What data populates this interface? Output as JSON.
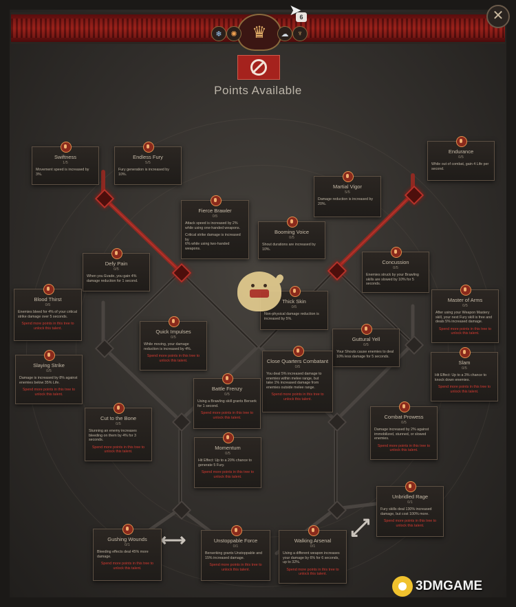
{
  "header": {
    "points_title": "Points Available",
    "cursor_badge": "6",
    "close_label": "✕",
    "emblem_glyph": "♛"
  },
  "tree_icons": [
    {
      "name": "cold-skill-icon",
      "glyph": "❄"
    },
    {
      "name": "flame-skill-icon",
      "glyph": "✺"
    },
    {
      "name": "cloud-skill-icon",
      "glyph": "☁"
    },
    {
      "name": "horn-skill-icon",
      "glyph": "♆"
    }
  ],
  "colors": {
    "accent_red": "#b5322a",
    "title_bar": "#8c1a16",
    "requirement_text": "#d63a31",
    "node_border": "#5e5144"
  },
  "nodes": [
    {
      "title": "Swiftness",
      "rank": "1/5",
      "desc": "Movement speed is increased by 3%.",
      "req": ""
    },
    {
      "title": "Endless Fury",
      "rank": "5/5",
      "desc": "Fury generation is increased by 10%.",
      "req": ""
    },
    {
      "title": "Endurance",
      "rank": "0/5",
      "desc": "While out of combat, gain 4 Life per\nsecond.",
      "req": ""
    },
    {
      "title": "Martial Vigor",
      "rank": "5/5",
      "desc": "Damage reduction is increased by\n20%.",
      "req": ""
    },
    {
      "title": "Fierce Brawler",
      "rank": "0/5",
      "desc": "Attack speed is increased by 2%\nwhile using one-handed weapons.",
      "desc2": "Critical strike damage is increased by\n6% while using two-handed\nweapons.",
      "req": ""
    },
    {
      "title": "Booming Voice",
      "rank": "0/5",
      "desc": "Shout durations are increased by\n10%.",
      "req": ""
    },
    {
      "title": "Defy Pain",
      "rank": "0/5",
      "desc": "When you Evade, you gain 4%\ndamage reduction for 1 second.",
      "req": ""
    },
    {
      "title": "Concussion",
      "rank": "0/5",
      "desc": "Enemies struck by your Brawling\nskills are slowed by 10% for 5\nseconds.",
      "req": ""
    },
    {
      "title": "Blood Thirst",
      "rank": "0/5",
      "desc": "Enemies bleed for 4% of your critical\nstrike damage over 5 seconds.",
      "req": "Spend more points in this tree to\nunlock this talent."
    },
    {
      "title": "Thick Skin",
      "rank": "0/5",
      "desc": "Non-physical damage reduction is\nincreased by 5%.",
      "req": ""
    },
    {
      "title": "Master of Arms",
      "rank": "0/5",
      "desc": "After using your Weapon Mastery\nskill, your next Fury skill is free and\ndeals 5% increased damage.",
      "req": "Spend more points in this tree to\nunlock this talent."
    },
    {
      "title": "Quick Impulses",
      "rank": "0/5",
      "desc": "While moving, your damage\nreduction is increased by 4%.",
      "req": "Spend more points in this tree to\nunlock this talent."
    },
    {
      "title": "Guttural Yell",
      "rank": "0/5",
      "desc": "Your Shouts cause enemies to deal\n10% less damage for 5 seconds.",
      "req": ""
    },
    {
      "title": "Slaying Strike",
      "rank": "0/5",
      "desc": "Damage is increased by 8% against\nenemies below 35% Life.",
      "req": "Spend more points in this tree to\nunlock this talent."
    },
    {
      "title": "Close Quarters Combatant",
      "rank": "0/5",
      "desc": "You deal 5% increased damage to\nenemies within melee range, but\ntake 1% increased damage from\nenemies outside melee range.",
      "req": "Spend more points in this tree to\nunlock this talent."
    },
    {
      "title": "Slam",
      "rank": "0/5",
      "desc": "Hit Effect: Up to a 3% chance to\nknock down enemies.",
      "req": "Spend more points in this tree to\nunlock this talent."
    },
    {
      "title": "Battle Frenzy",
      "rank": "0/5",
      "desc": "Using a Brawling skill grants Berserk\nfor 1 second.",
      "req": "Spend more points in this tree to\nunlock this talent."
    },
    {
      "title": "Cut to the Bone",
      "rank": "0/5",
      "desc": "Stunning an enemy increases\nbleeding on them by 4% for 3\nseconds.",
      "req": "Spend more points in this tree to\nunlock this talent."
    },
    {
      "title": "Combat Prowess",
      "rank": "0/5",
      "desc": "Damage increased by 2% against\nimmobilized, stunned, or slowed\nenemies.",
      "req": "Spend more points in this tree to\nunlock this talent."
    },
    {
      "title": "Momentum",
      "rank": "0/5",
      "desc": "Hit Effect: Up to a 20% chance to\ngenerate 5 Fury.",
      "req": "Spend more points in this tree to\nunlock this talent."
    },
    {
      "title": "Unbridled Rage",
      "rank": "0/1",
      "desc": "Fury skills deal 130% increased\ndamage, but cost 100% more.",
      "req": "Spend more points in this tree to\nunlock this talent."
    },
    {
      "title": "Gushing Wounds",
      "rank": "0/1",
      "desc": "Bleeding effects deal 45% more\ndamage.",
      "req": "Spend more points in this tree to\nunlock this talent."
    },
    {
      "title": "Unstoppable Force",
      "rank": "0/1",
      "desc": "Berserking grants Unstoppable and\n15% increased damage.",
      "req": "Spend more points in this tree to\nunlock this talent."
    },
    {
      "title": "Walking Arsenal",
      "rank": "0/1",
      "desc": "Using a different weapon increases\nyour damage by 6% for 6 seconds,\nup to 32%.",
      "req": "Spend more points in this tree to\nunlock this talent."
    }
  ],
  "watermark": "3DMGAME"
}
